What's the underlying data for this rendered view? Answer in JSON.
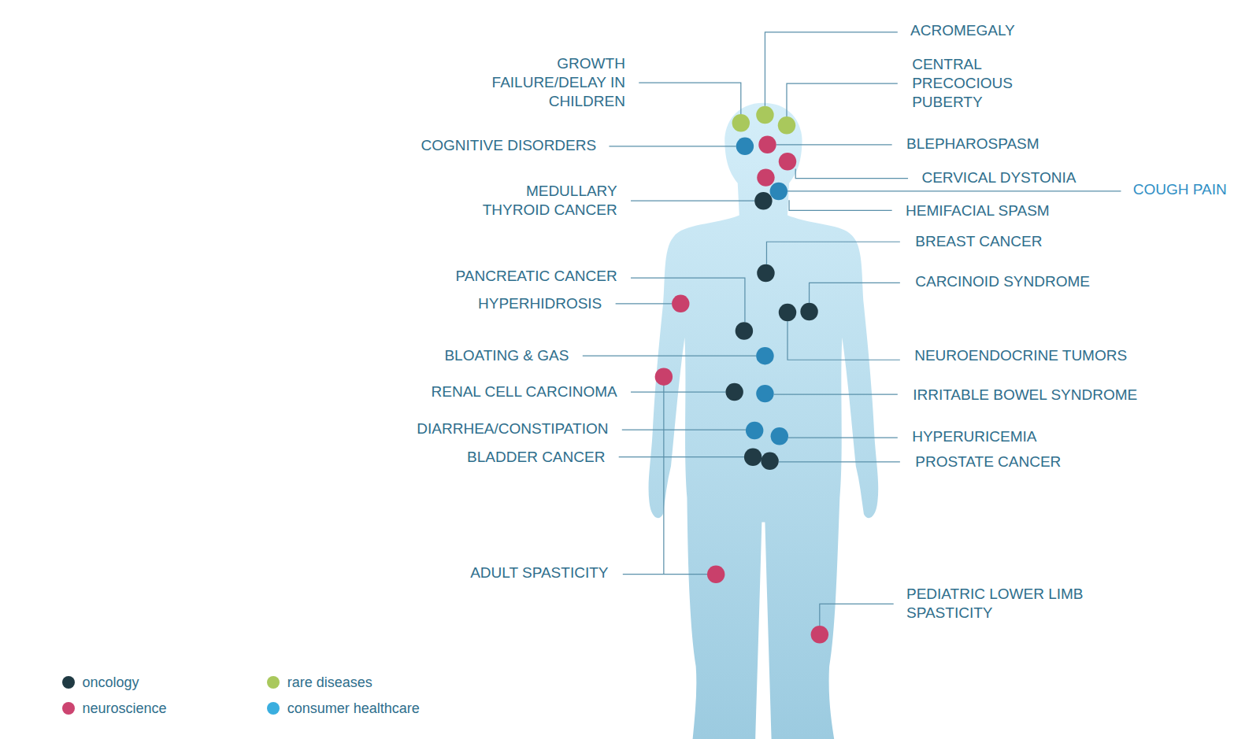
{
  "diagram": {
    "labels": [
      "ACROMEGALY",
      "GROWTH FAILURE/DELAY IN CHILDREN",
      "CENTRAL PRECOCIOUS PUBERTY",
      "COGNITIVE DISORDERS",
      "BLEPHAROSPASM",
      "CERVICAL DYSTONIA",
      "COUGH PAIN",
      "MEDULLARY THYROID CANCER",
      "HEMIFACIAL SPASM",
      "BREAST CANCER",
      "PANCREATIC CANCER",
      "CARCINOID SYNDROME",
      "HYPERHIDROSIS",
      "BLOATING & GAS",
      "NEUROENDOCRINE TUMORS",
      "RENAL CELL CARCINOMA",
      "IRRITABLE BOWEL SYNDROME",
      "DIARRHEA/CONSTIPATION",
      "HYPERURICEMIA",
      "BLADDER CANCER",
      "PROSTATE CANCER",
      "ADULT SPASTICITY",
      "PEDIATRIC LOWER LIMB SPASTICITY"
    ],
    "legend": [
      {
        "text": "oncology",
        "color": "#203a43"
      },
      {
        "text": "rare diseases",
        "color": "#a9c85c"
      },
      {
        "text": "neuroscience",
        "color": "#cc4470"
      },
      {
        "text": "consumer healthcare",
        "color": "#3aaedf"
      }
    ]
  }
}
